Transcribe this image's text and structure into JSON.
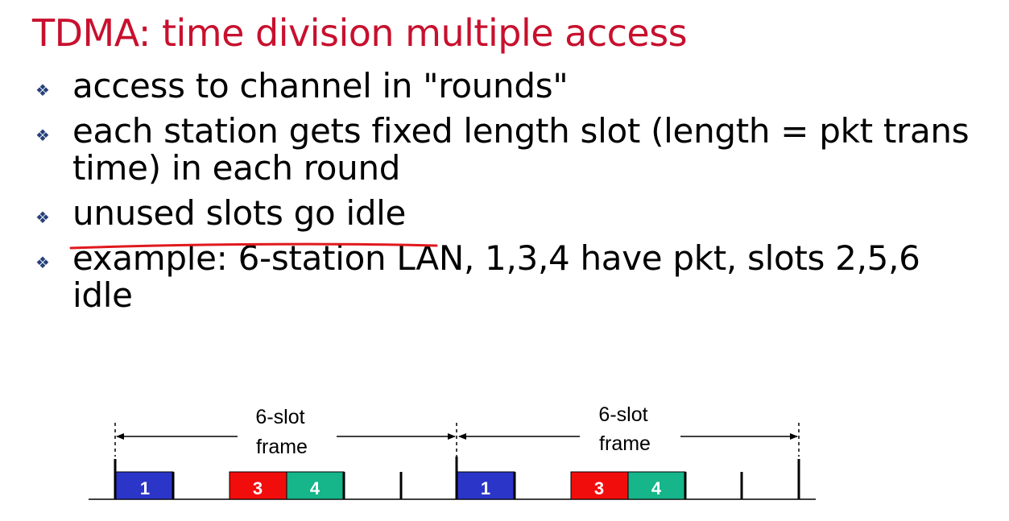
{
  "slide": {
    "title": "TDMA: time division multiple access",
    "bullets": [
      "access to channel in \"rounds\"",
      "each station gets fixed length slot (length = pkt trans time) in each round",
      "unused slots go idle",
      "example: 6-station LAN, 1,3,4 have pkt, slots 2,5,6 idle"
    ],
    "bullet_icon": "four-point-diamond-icon",
    "underline_color": "#e0191e"
  },
  "diagram": {
    "frames": [
      {
        "label_line1": "6-slot",
        "label_line2": "frame"
      },
      {
        "label_line1": "6-slot",
        "label_line2": "frame"
      }
    ],
    "slots_per_frame": 6,
    "active_slots": [
      {
        "slot": 1,
        "label": "1",
        "color": "#2b35c8"
      },
      {
        "slot": 3,
        "label": "3",
        "color": "#f20d0d"
      },
      {
        "slot": 4,
        "label": "4",
        "color": "#16b58a"
      }
    ],
    "idle_slots": [
      2,
      5,
      6
    ]
  }
}
